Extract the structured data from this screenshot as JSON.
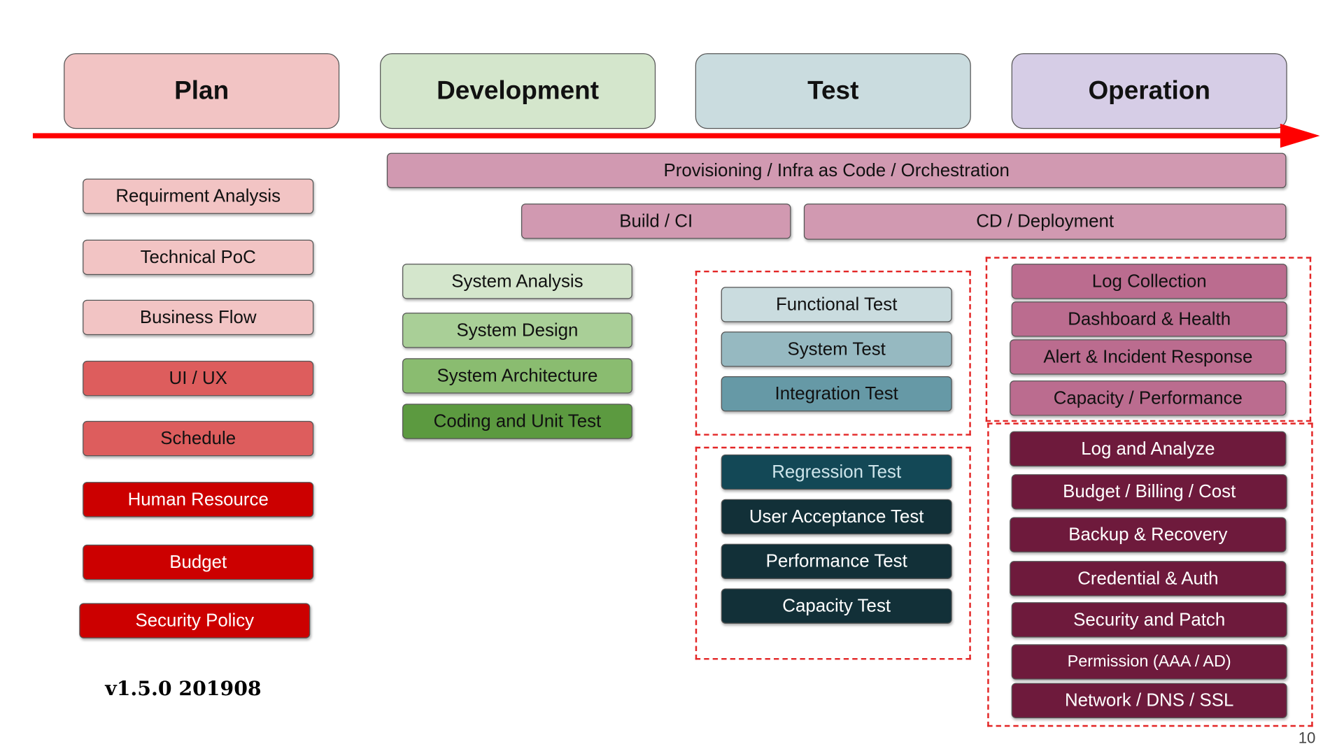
{
  "phases": {
    "plan": "Plan",
    "development": "Development",
    "test": "Test",
    "operation": "Operation"
  },
  "pipeline": {
    "provisioning": "Provisioning / Infra as Code / Orchestration",
    "build": "Build / CI",
    "deploy": "CD / Deployment"
  },
  "plan_items": [
    "Requirment Analysis",
    "Technical PoC",
    "Business Flow",
    "UI / UX",
    "Schedule",
    "Human Resource",
    "Budget",
    "Security Policy"
  ],
  "dev_items": [
    "System Analysis",
    "System Design",
    "System Architecture",
    "Coding and Unit Test"
  ],
  "test_items_1": [
    "Functional Test",
    "System Test",
    "Integration Test"
  ],
  "test_items_2": [
    "Regression Test",
    "User Acceptance Test",
    "Performance Test",
    "Capacity Test"
  ],
  "ops_items_1": [
    "Log Collection",
    "Dashboard & Health",
    "Alert & Incident Response",
    "Capacity / Performance"
  ],
  "ops_items_2": [
    "Log and Analyze",
    "Budget / Billing / Cost",
    "Backup & Recovery",
    "Credential & Auth",
    "Security and Patch",
    "Permission (AAA / AD)",
    "Network / DNS / SSL"
  ],
  "footer": {
    "version": "v1.5.0 201908",
    "page": "10"
  },
  "colors": {
    "timeline_arrow": "#ff0000",
    "dashed_group": "#e32626",
    "plan_phase": "#f2c4c4",
    "dev_phase": "#d4e6cc",
    "test_phase": "#cadcdf",
    "ops_phase": "#d6cde6",
    "pipeline": "#d199b1"
  }
}
